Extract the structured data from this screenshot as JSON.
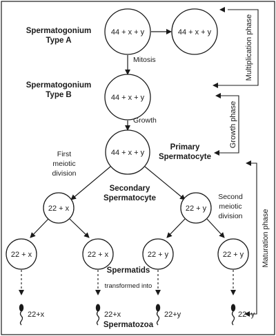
{
  "cells": {
    "type_a_1": "44 + x + y",
    "type_a_2": "44 + x + y",
    "type_b": "44 + x + y",
    "primary": "44 + x + y",
    "secondary_left": "22 + x",
    "secondary_right": "22 + y",
    "spermatid_1": "22 + x",
    "spermatid_2": "22 + x",
    "spermatid_3": "22 + y",
    "spermatid_4": "22 + y"
  },
  "labels": {
    "type_a_line1": "Spermatogonium",
    "type_a_line2": "Type A",
    "type_b_line1": "Spermatogonium",
    "type_b_line2": "Type B",
    "mitosis": "Mitosis",
    "growth": "Growth",
    "primary_line1": "Primary",
    "primary_line2": "Spermatocyte",
    "first_meiotic_1": "First",
    "first_meiotic_2": "meiotic",
    "first_meiotic_3": "division",
    "secondary_line1": "Secondary",
    "secondary_line2": "Spermatocyte",
    "second_meiotic_1": "Second",
    "second_meiotic_2": "meiotic",
    "second_meiotic_3": "division",
    "spermatids": "Spermatids",
    "transformed": "transformed into",
    "spermatozoa": "Spermatozoa"
  },
  "sperm": {
    "s1": "22+x",
    "s2": "22+x",
    "s3": "22+y",
    "s4": "22+y"
  },
  "phases": {
    "multiplication": "Multiplication phase",
    "growth": "Growth phase",
    "maturation": "Maturation phase"
  }
}
